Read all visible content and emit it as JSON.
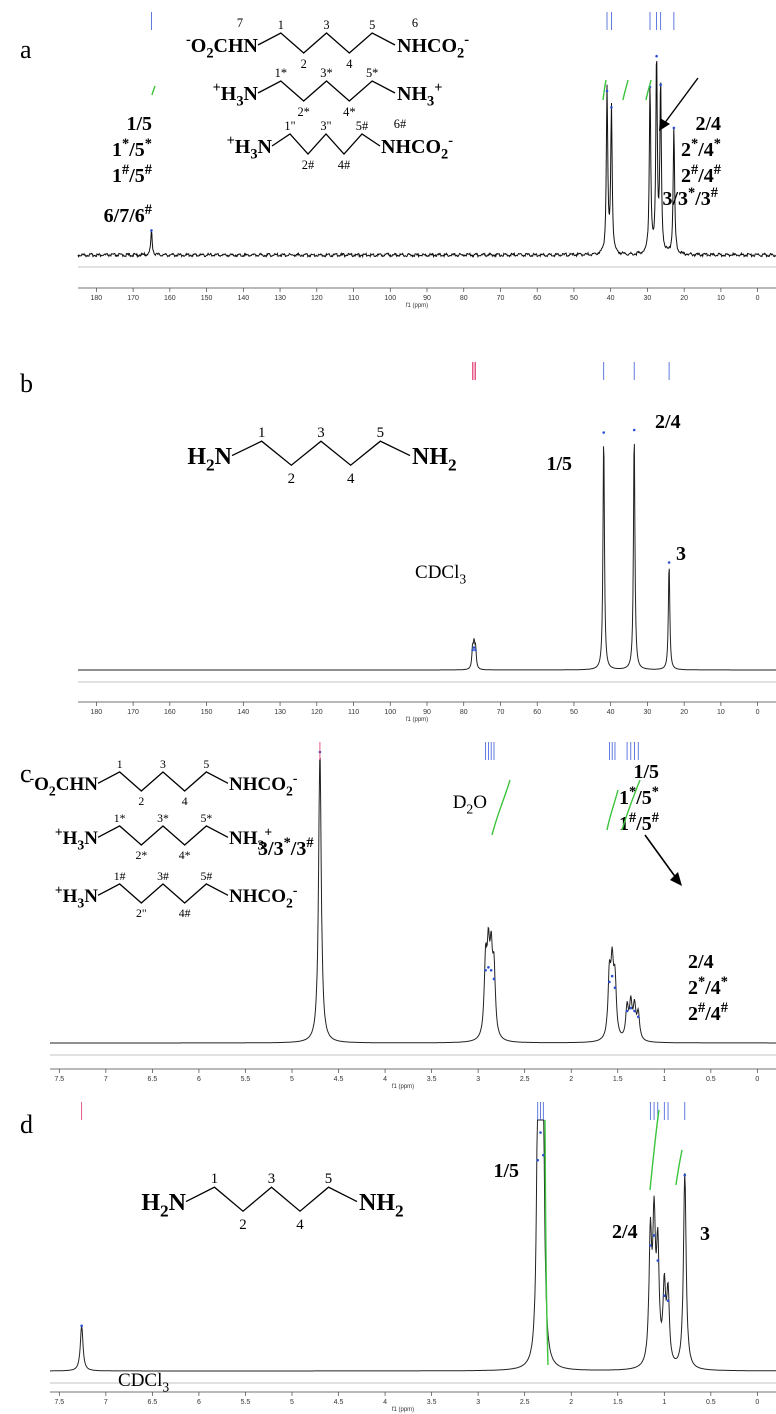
{
  "chart_data": [
    {
      "type": "line",
      "panel_label": "a",
      "xlabel": "f1 (ppm)",
      "x_range": [
        185,
        -5
      ],
      "x_reversed": true,
      "x_ticks": [
        180,
        170,
        160,
        150,
        140,
        130,
        120,
        110,
        100,
        90,
        80,
        70,
        60,
        50,
        40,
        30,
        20,
        10,
        0
      ],
      "peaks": [
        {
          "x": 165.0,
          "height": 0.12
        },
        {
          "x": 41.0,
          "height": 0.8
        },
        {
          "x": 39.8,
          "height": 0.72
        },
        {
          "x": 29.3,
          "height": 0.82
        },
        {
          "x": 27.5,
          "height": 0.97
        },
        {
          "x": 26.4,
          "height": 0.83
        },
        {
          "x": 22.8,
          "height": 0.62
        }
      ],
      "annotations": [
        {
          "lines": [
            "1/5",
            "1*/5*",
            "1#/5#"
          ]
        },
        {
          "lines": [
            "2/4",
            "2*/4*",
            "2#/4#"
          ]
        },
        {
          "lines": [
            "3/3*/3#"
          ]
        },
        {
          "lines": [
            "6/7/6#"
          ]
        }
      ],
      "structures": [
        {
          "left": "-O2CHN",
          "right": "NHCO2-",
          "numbers": [
            "7",
            "1",
            "2",
            "3",
            "4",
            "5",
            "6"
          ]
        },
        {
          "left": "+H3N",
          "right": "NH3+",
          "numbers": [
            "1*",
            "2*",
            "3*",
            "4*",
            "5*"
          ]
        },
        {
          "left": "+H3N",
          "right": "NHCO2-",
          "numbers": [
            "1\"",
            "2#",
            "3\"",
            "4#",
            "5#",
            "6#"
          ]
        }
      ]
    },
    {
      "type": "line",
      "panel_label": "b",
      "xlabel": "f1 (ppm)",
      "x_range": [
        185,
        -5
      ],
      "x_reversed": true,
      "x_ticks": [
        180,
        170,
        160,
        150,
        140,
        130,
        120,
        110,
        100,
        90,
        80,
        70,
        60,
        50,
        40,
        30,
        20,
        10,
        0
      ],
      "peaks": [
        {
          "x": 77.6,
          "height": 0.08
        },
        {
          "x": 77.2,
          "height": 0.09
        },
        {
          "x": 76.8,
          "height": 0.08
        },
        {
          "x": 41.9,
          "height": 0.95
        },
        {
          "x": 33.6,
          "height": 0.96
        },
        {
          "x": 24.1,
          "height": 0.43
        }
      ],
      "annotations": [
        {
          "lines": [
            "1/5"
          ]
        },
        {
          "lines": [
            "2/4"
          ]
        },
        {
          "lines": [
            "3"
          ]
        },
        {
          "lines": [
            "CDCl3"
          ]
        }
      ],
      "structures": [
        {
          "left": "H2N",
          "right": "NH2",
          "numbers": [
            "1",
            "2",
            "3",
            "4",
            "5"
          ]
        }
      ]
    },
    {
      "type": "line",
      "panel_label": "c",
      "xlabel": "f1 (ppm)",
      "x_range": [
        7.6,
        -0.2
      ],
      "x_reversed": true,
      "x_ticks": [
        7.5,
        7.0,
        6.5,
        6.0,
        5.5,
        5.0,
        4.5,
        4.0,
        3.5,
        3.0,
        2.5,
        2.0,
        1.5,
        1.0,
        0.5,
        0.0
      ],
      "peaks": [
        {
          "x": 4.7,
          "height": 1.0
        },
        {
          "x": 2.92,
          "height": 0.25
        },
        {
          "x": 2.89,
          "height": 0.26
        },
        {
          "x": 2.86,
          "height": 0.25
        },
        {
          "x": 2.83,
          "height": 0.22
        },
        {
          "x": 1.59,
          "height": 0.21
        },
        {
          "x": 1.56,
          "height": 0.23
        },
        {
          "x": 1.53,
          "height": 0.19
        },
        {
          "x": 1.4,
          "height": 0.11
        },
        {
          "x": 1.36,
          "height": 0.12
        },
        {
          "x": 1.32,
          "height": 0.11
        },
        {
          "x": 1.28,
          "height": 0.09
        }
      ],
      "annotations": [
        {
          "lines": [
            "D2O"
          ]
        },
        {
          "lines": [
            "1/5",
            "1*/5*",
            "1#/5#"
          ]
        },
        {
          "lines": [
            "2/4",
            "2*/4*",
            "2#/4#"
          ]
        },
        {
          "lines": [
            "3/3*/3#"
          ]
        }
      ],
      "structures": [
        {
          "left": "-O2CHN",
          "right": "NHCO2-",
          "numbers": [
            "1",
            "2",
            "3",
            "4",
            "5"
          ]
        },
        {
          "left": "+H3N",
          "right": "NH3+",
          "numbers": [
            "1*",
            "2*",
            "3*",
            "4*",
            "5*"
          ]
        },
        {
          "left": "+H3N",
          "right": "NHCO2-",
          "numbers": [
            "1#",
            "2\"",
            "3#",
            "4#",
            "5#"
          ]
        }
      ]
    },
    {
      "type": "line",
      "panel_label": "d",
      "xlabel": "f1 (ppm)",
      "x_range": [
        7.6,
        -0.2
      ],
      "x_reversed": true,
      "x_ticks": [
        7.5,
        7.0,
        6.5,
        6.0,
        5.5,
        5.0,
        4.5,
        4.0,
        3.5,
        3.0,
        2.5,
        2.0,
        1.5,
        1.0,
        0.5,
        0.0
      ],
      "peaks": [
        {
          "x": 7.26,
          "height": 0.18
        },
        {
          "x": 2.36,
          "height": 0.84
        },
        {
          "x": 2.33,
          "height": 0.95
        },
        {
          "x": 2.3,
          "height": 0.86
        },
        {
          "x": 1.15,
          "height": 0.5
        },
        {
          "x": 1.11,
          "height": 0.54
        },
        {
          "x": 1.07,
          "height": 0.44
        },
        {
          "x": 1.0,
          "height": 0.3
        },
        {
          "x": 0.96,
          "height": 0.28
        },
        {
          "x": 0.78,
          "height": 0.78
        }
      ],
      "annotations": [
        {
          "lines": [
            "1/5"
          ]
        },
        {
          "lines": [
            "2/4"
          ]
        },
        {
          "lines": [
            "3"
          ]
        },
        {
          "lines": [
            "CDCl3"
          ]
        }
      ],
      "structures": [
        {
          "left": "H2N",
          "right": "NH2",
          "numbers": [
            "1",
            "2",
            "3",
            "4",
            "5"
          ]
        }
      ]
    }
  ]
}
